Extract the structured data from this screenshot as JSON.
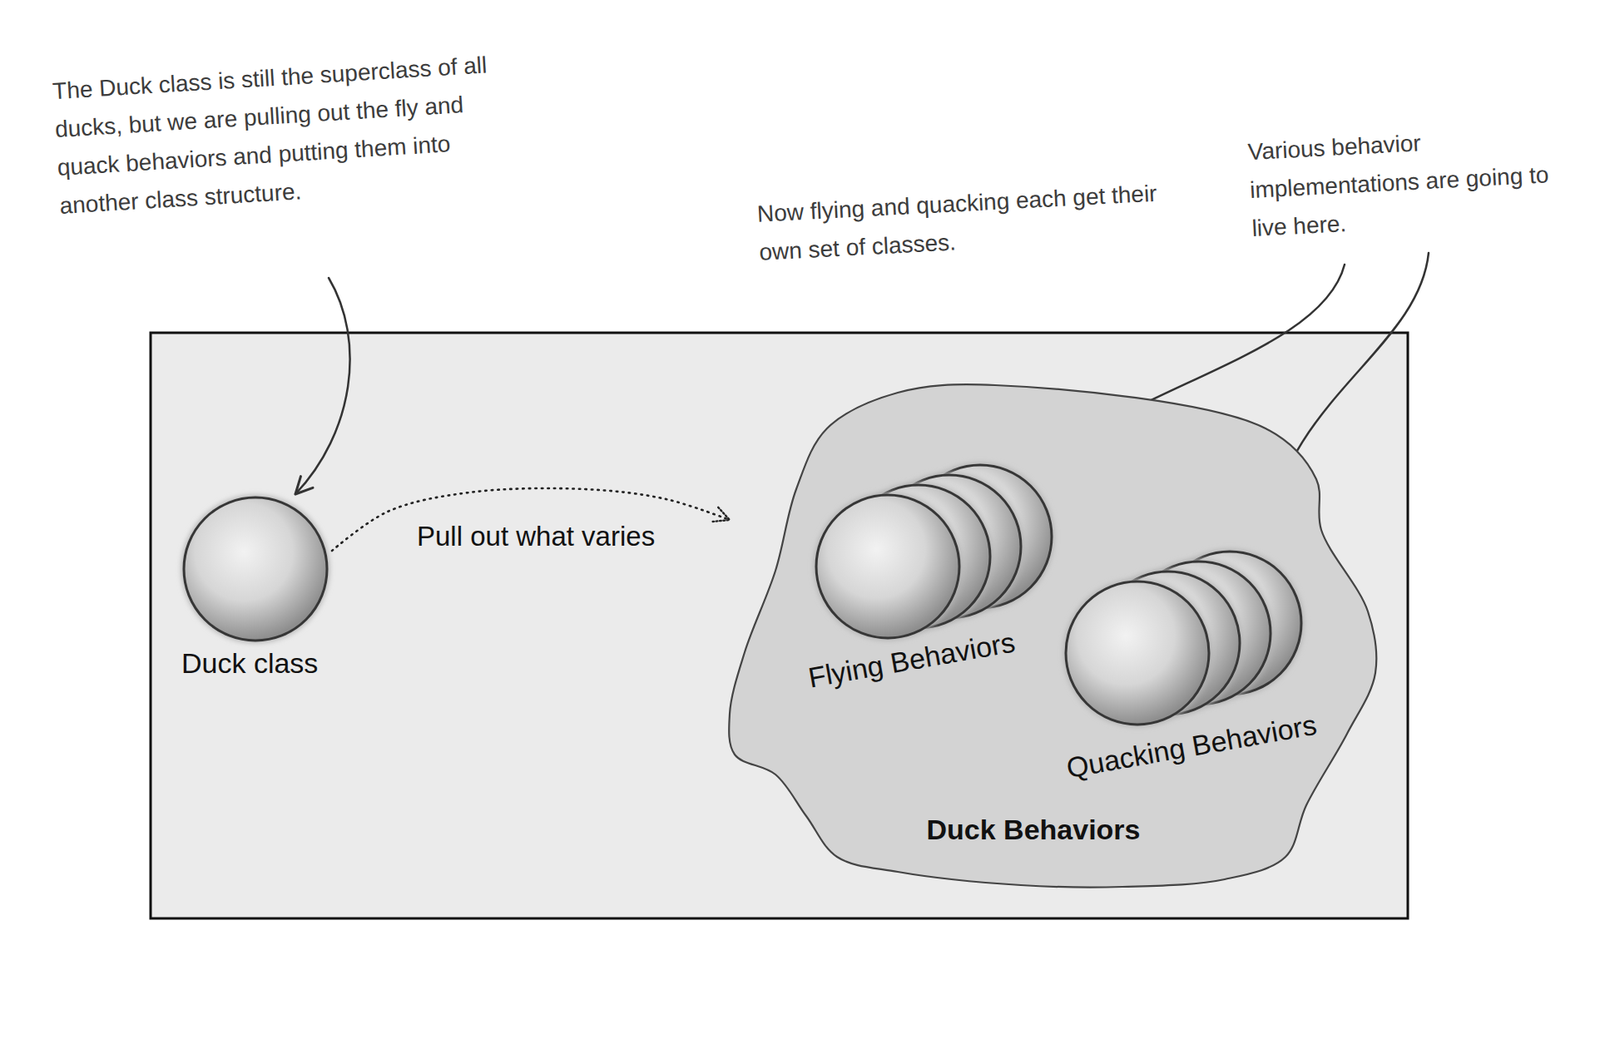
{
  "diagram": {
    "nodes": [
      {
        "text": [
          "Duck class"
        ]
      },
      {
        "text": [
          "Duck Behaviors"
        ]
      },
      {
        "text": [
          "Flying Behaviors"
        ],
        "in": 1
      },
      {
        "text": [
          "Quacking Behaviors"
        ],
        "in": 1
      }
    ],
    "edges": [
      {
        "from": 0,
        "to": 1,
        "label": "Pull out what varies",
        "arrow": "to"
      }
    ],
    "labels": [
      "The Duck class is still the superclass of all ducks, but we are pulling out the fly and quack behaviors and putting them into another class structure.",
      "Now flying and quacking each get their own set of classes.",
      "Various behavior implementations are going to live here."
    ]
  }
}
